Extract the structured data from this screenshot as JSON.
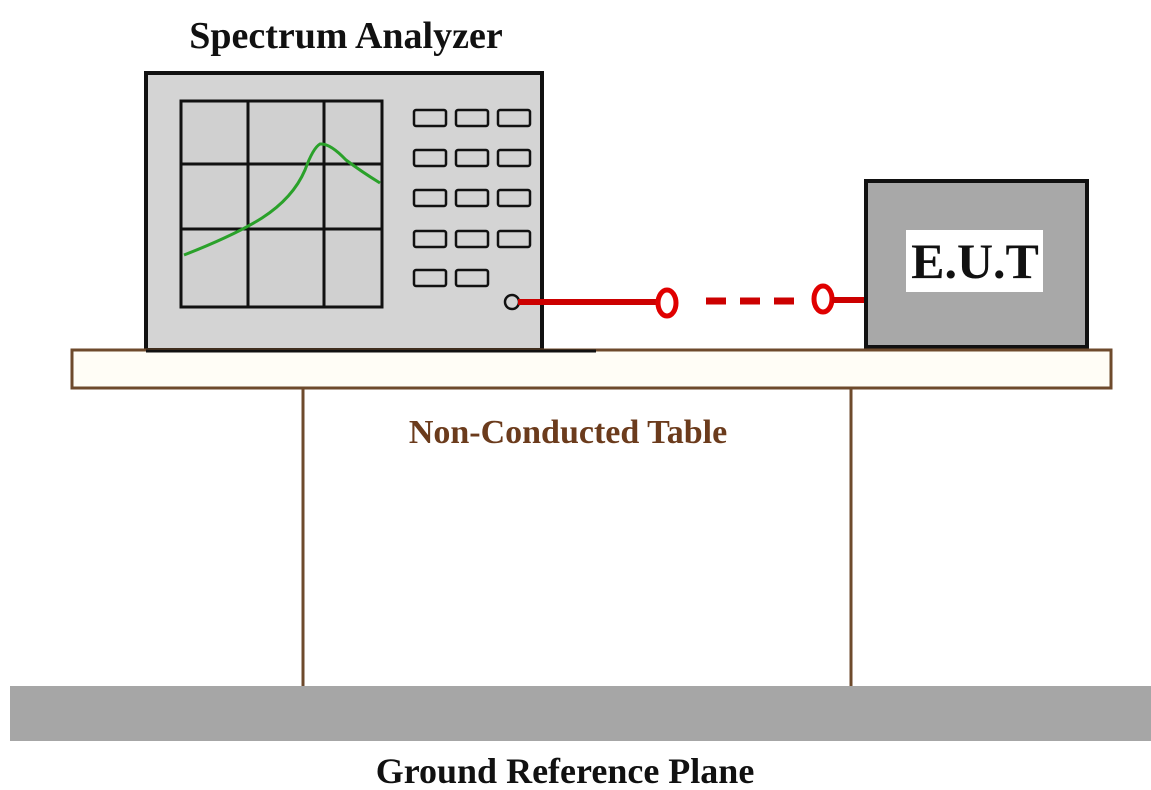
{
  "labels": {
    "analyzer_title": "Spectrum Analyzer",
    "eut": "E.U.T",
    "table": "Non-Conducted Table",
    "ground": "Ground Reference Plane"
  },
  "colors": {
    "analyzer_body": "#d4d4d4",
    "eut_body": "#a8a8a8",
    "ground_plane": "#a6a6a6",
    "table_top": "#fffdf6",
    "table_outline": "#6e4a2c",
    "table_label": "#6b3b1c",
    "cable": "#cc0000",
    "trace": "#2aa12a"
  }
}
